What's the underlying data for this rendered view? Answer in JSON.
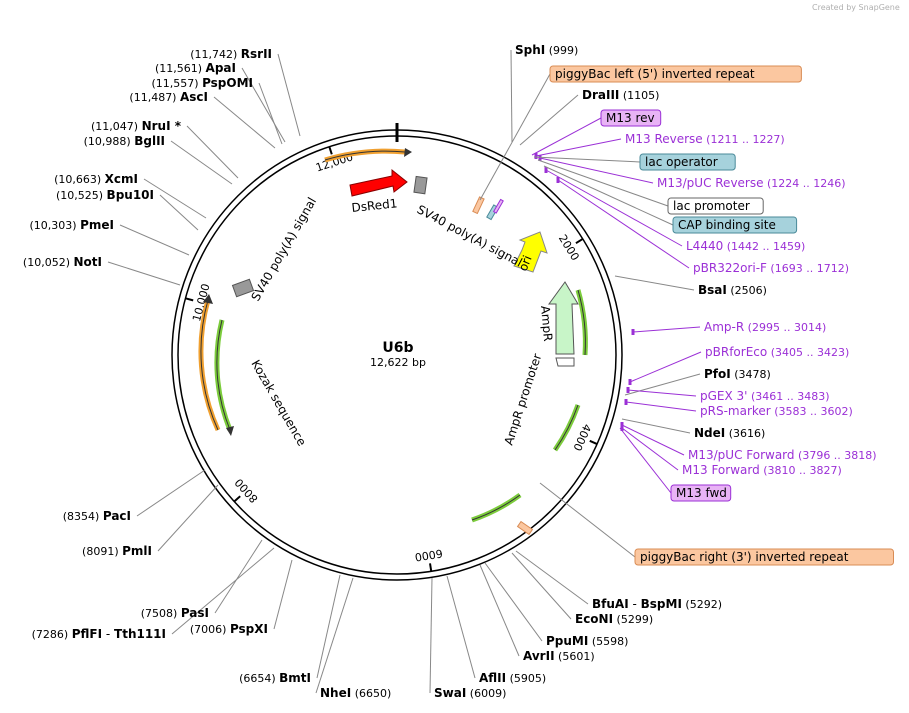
{
  "credit": "Created by SnapGene",
  "plasmid": {
    "name": "U6b",
    "size": "12,622 bp"
  },
  "scale_ticks": [
    {
      "label": "2000",
      "rot": 58
    },
    {
      "label": "4000",
      "rot": 114
    },
    {
      "label": "6000",
      "rot": 171
    },
    {
      "label": "8000",
      "rot": 228
    },
    {
      "label": "10,000",
      "rot": 285
    },
    {
      "label": "12,000",
      "rot": 342
    }
  ],
  "enzymes": [
    {
      "id": "rsri",
      "pos": "(11,742)",
      "name": "RsrII"
    },
    {
      "id": "apai",
      "pos": "(11,561)",
      "name": "ApaI"
    },
    {
      "id": "pspomi",
      "pos": "(11,557)",
      "name": "PspOMI"
    },
    {
      "id": "asci",
      "pos": "(11,487)",
      "name": "AscI"
    },
    {
      "id": "nrui",
      "pos": "(11,047)",
      "name": "NruI *"
    },
    {
      "id": "bglii",
      "pos": "(10,988)",
      "name": "BglII"
    },
    {
      "id": "xcmi",
      "pos": "(10,663)",
      "name": "XcmI"
    },
    {
      "id": "bpu10i",
      "pos": "(10,525)",
      "name": "Bpu10I"
    },
    {
      "id": "pmei",
      "pos": "(10,303)",
      "name": "PmeI"
    },
    {
      "id": "noti",
      "pos": "(10,052)",
      "name": "NotI"
    },
    {
      "id": "paci",
      "pos": "(8354)",
      "name": "PacI"
    },
    {
      "id": "pmli",
      "pos": "(8091)",
      "name": "PmlI"
    },
    {
      "id": "pasi",
      "pos": "(7508)",
      "name": "PasI"
    },
    {
      "id": "pflfi",
      "pos": "(7286)",
      "name": "PflFI",
      "name2": "Tth111I"
    },
    {
      "id": "pspxi",
      "pos": "(7006)",
      "name": "PspXI"
    },
    {
      "id": "bmti",
      "pos": "(6654)",
      "name": "BmtI"
    },
    {
      "id": "nhei",
      "pos": "(6650)",
      "name": "NheI"
    },
    {
      "id": "swai",
      "pos": "(6009)",
      "name": "SwaI"
    },
    {
      "id": "aflii",
      "pos": "(5905)",
      "name": "AflII"
    },
    {
      "id": "avrii",
      "pos": "(5601)",
      "name": "AvrII"
    },
    {
      "id": "ppumi",
      "pos": "(5598)",
      "name": "PpuMI"
    },
    {
      "id": "econi",
      "pos": "(5299)",
      "name": "EcoNI"
    },
    {
      "id": "bfuai",
      "pos": "(5292)",
      "name": "BfuAI",
      "name2": "BspMI"
    },
    {
      "id": "ndei",
      "pos": "(3616)",
      "name": "NdeI"
    },
    {
      "id": "pfoi",
      "pos": "(3478)",
      "name": "PfoI"
    },
    {
      "id": "bsai",
      "pos": "(2506)",
      "name": "BsaI"
    },
    {
      "id": "draiii",
      "pos": "(1105)",
      "name": "DraIII"
    },
    {
      "id": "sphi",
      "pos": "(999)",
      "name": "SphI"
    }
  ],
  "primers": [
    {
      "id": "m13rev",
      "name": "M13 Reverse",
      "pos": "(1211 .. 1227)"
    },
    {
      "id": "m13puc",
      "name": "M13/pUC Reverse",
      "pos": "(1224 .. 1246)"
    },
    {
      "id": "l4440",
      "name": "L4440",
      "pos": "(1442 .. 1459)"
    },
    {
      "id": "pbr322",
      "name": "pBR322ori-F",
      "pos": "(1693 .. 1712)"
    },
    {
      "id": "ampr",
      "name": "Amp-R",
      "pos": "(2995 .. 3014)"
    },
    {
      "id": "pbrforeco",
      "name": "pBRforEco",
      "pos": "(3405 .. 3423)"
    },
    {
      "id": "pgex3",
      "name": "pGEX 3'",
      "pos": "(3461 .. 3483)"
    },
    {
      "id": "prsmarker",
      "name": "pRS-marker",
      "pos": "(3583 .. 3602)"
    },
    {
      "id": "m13pucfwd",
      "name": "M13/pUC Forward",
      "pos": "(3796 .. 3818)"
    },
    {
      "id": "m13forward",
      "name": "M13 Forward",
      "pos": "(3810 .. 3827)"
    }
  ],
  "boxed": [
    {
      "id": "pb_left",
      "text": "piggyBac left (5') inverted repeat",
      "color": "#fbc7a0",
      "stroke": "#d98c55"
    },
    {
      "id": "m13rev_box",
      "text": "M13 rev",
      "color": "#e8b3f5",
      "stroke": "#9b30d6"
    },
    {
      "id": "lacop",
      "text": "lac operator",
      "color": "#a6d2dc",
      "stroke": "#4a8a99"
    },
    {
      "id": "lacprom",
      "text": "lac promoter",
      "color": "#ffffff",
      "stroke": "#666666"
    },
    {
      "id": "cap",
      "text": "CAP binding site",
      "color": "#a6d2dc",
      "stroke": "#4a8a99"
    },
    {
      "id": "m13fwd_box",
      "text": "M13 fwd",
      "color": "#e8b3f5",
      "stroke": "#9b30d6"
    },
    {
      "id": "pb_right",
      "text": "piggyBac right (3') inverted repeat",
      "color": "#fbc7a0",
      "stroke": "#d98c55"
    }
  ],
  "features": {
    "dsred": "DsRed1",
    "sv40_1": "SV40 poly(A) signal",
    "sv40_2": "SV40 poly(A) signal",
    "ori": "ori",
    "ampr": "AmpR",
    "amppromoter": "AmpR promoter",
    "kozak": "Kozak sequence"
  },
  "colors": {
    "dsred": "#ff0000",
    "ori": "#ffff00",
    "ampr": "#c8f5c8",
    "orange_arc": "#f0a030",
    "green_arc": "#7ccc3c",
    "grey_box": "#999999",
    "purple": "#9b30d6"
  }
}
